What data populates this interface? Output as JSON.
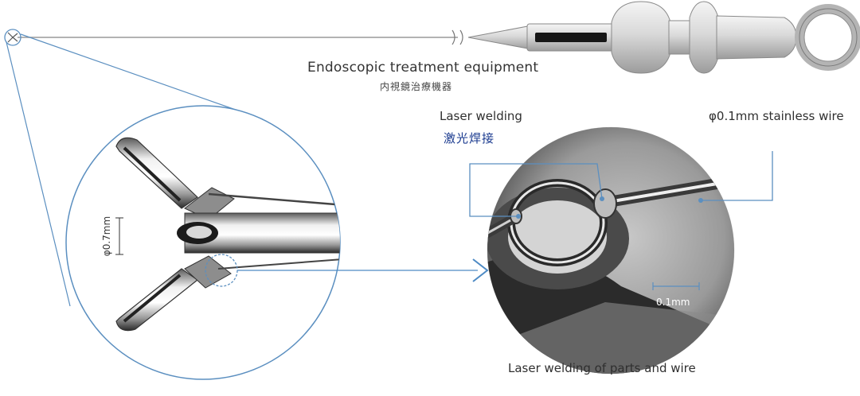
{
  "labels": {
    "title_en": "Endoscopic treatment equipment",
    "title_cn": "内視鏡治療機器",
    "laser_welding_en": "Laser welding",
    "laser_welding_cn": "激光焊接",
    "wire_spec": "φ0.1mm stainless wire",
    "diameter_label": "φ0.7mm",
    "scale_label": "0.1mm",
    "bottom_caption": "Laser welding of parts and wire"
  },
  "colors": {
    "callout_line": "#5b8fc0",
    "arrow": "#4d8ac4",
    "cn_text": "#1a3a8f",
    "metal_dark": "#3a3a3a",
    "metal_light": "#e6e6e6"
  }
}
